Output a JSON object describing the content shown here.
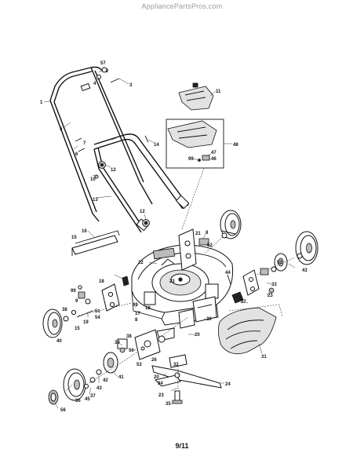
{
  "watermark": "AppliancePartsPros.com",
  "page_number": "9/11",
  "callouts": {
    "c57": "57",
    "c2": "2",
    "c4a": "4",
    "c3": "3",
    "c1": "1",
    "c5": "5",
    "c7": "7",
    "c6": "6",
    "c12a": "12",
    "c10": "10",
    "c13": "13",
    "c12b": "12",
    "c14": "14",
    "c11": "11",
    "c48": "48",
    "c47": "47",
    "c99a": "99",
    "c46": "46",
    "c15": "15",
    "c16": "16",
    "c22": "22",
    "c21": "21",
    "c8a": "8",
    "c52": "52",
    "c53a": "53",
    "c44": "44",
    "c43a": "43",
    "c33": "33",
    "c23a": "23",
    "c27": "27",
    "c23b": "23",
    "c99b": "99",
    "c18a": "18",
    "c9": "9",
    "c38a": "38",
    "c51": "51",
    "c54": "54",
    "c49": "49",
    "c17": "17",
    "c18b": "18",
    "c8b": "8",
    "c30": "30",
    "c20a": "20",
    "c19": "19",
    "c15b": "15",
    "c40": "40",
    "c38b": "38",
    "c39": "39",
    "c26": "26",
    "c50": "50",
    "c53b": "53",
    "c41": "41",
    "c42": "42",
    "c43b": "43",
    "c37": "37",
    "c36": "36",
    "c56": "56",
    "c45": "45",
    "c20b": "20",
    "c31": "31",
    "c32": "32",
    "c24": "24",
    "c34": "34",
    "c35": "35",
    "c23c": "23"
  }
}
